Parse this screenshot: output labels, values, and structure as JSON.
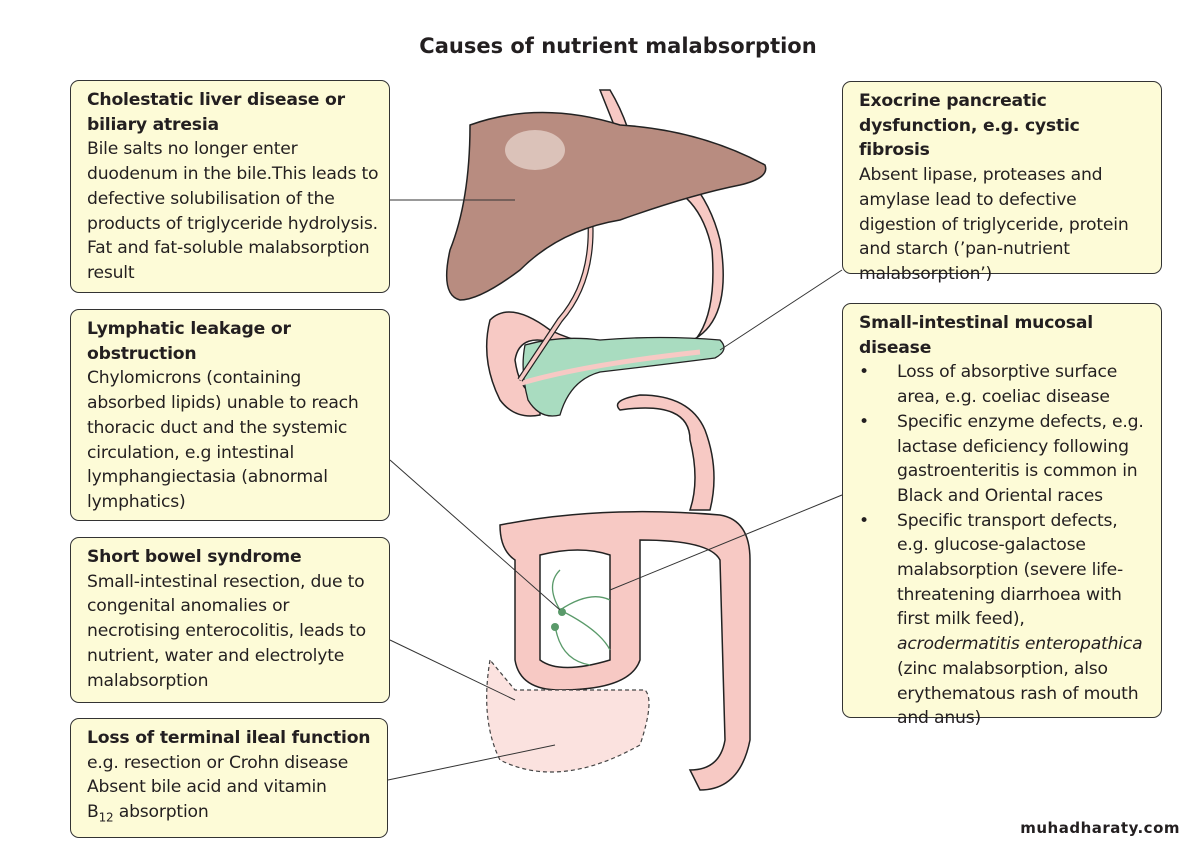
{
  "title": "Causes of nutrient malabsorption",
  "boxes": {
    "cholestatic": {
      "heading": "Cholestatic liver disease or biliary atresia",
      "body": "Bile salts no longer enter duodenum in the bile.This leads to defective solubilisation of the products of triglyceride hydrolysis. Fat and fat-soluble malabsorption result"
    },
    "lymphatic": {
      "heading": "Lymphatic leakage or obstruction",
      "body": "Chylomicrons (containing absorbed lipids) unable to reach thoracic duct and the systemic circulation, e.g intestinal lymphangiectasia (abnormal lymphatics)"
    },
    "short_bowel": {
      "heading": "Short bowel syndrome",
      "body": "Small-intestinal resection, due to congenital anomalies or necrotising enterocolitis, leads to nutrient, water and electrolyte malabsorption"
    },
    "ileal": {
      "heading": "Loss of terminal ileal function",
      "line1": "e.g. resection or Crohn disease",
      "line2": "Absent bile acid and vitamin",
      "b": "B",
      "sub": "12",
      "line3": " absorption"
    },
    "pancreatic": {
      "heading": "Exocrine pancreatic dysfunction, e.g. cystic fibrosis",
      "body": "Absent lipase, proteases and amylase lead to defective digestion of triglyceride, protein and starch (’pan-nutrient malabsorption’)"
    },
    "mucosal": {
      "heading": "Small-intestinal mucosal disease",
      "items": [
        "Loss of absorptive surface area, e.g. coeliac disease",
        "Specific enzyme defects, e.g. lactase deficiency following gastroenteritis is common in Black and Oriental races"
      ],
      "item3_a": "Specific transport defects, e.g. glucose-galactose malabsorption (severe life-threatening diarrhoea with first milk feed), ",
      "item3_i": "acrodermatitis enteropathica",
      "item3_b": " (zinc malabsorption, also erythematous rash of mouth and anus)"
    }
  },
  "watermark": "muhadharaty.com",
  "colors": {
    "box": "#fdfbd7",
    "liver": "#b88c80",
    "gut": "#f7c9c4",
    "pancreas": "#a9dcc0"
  }
}
